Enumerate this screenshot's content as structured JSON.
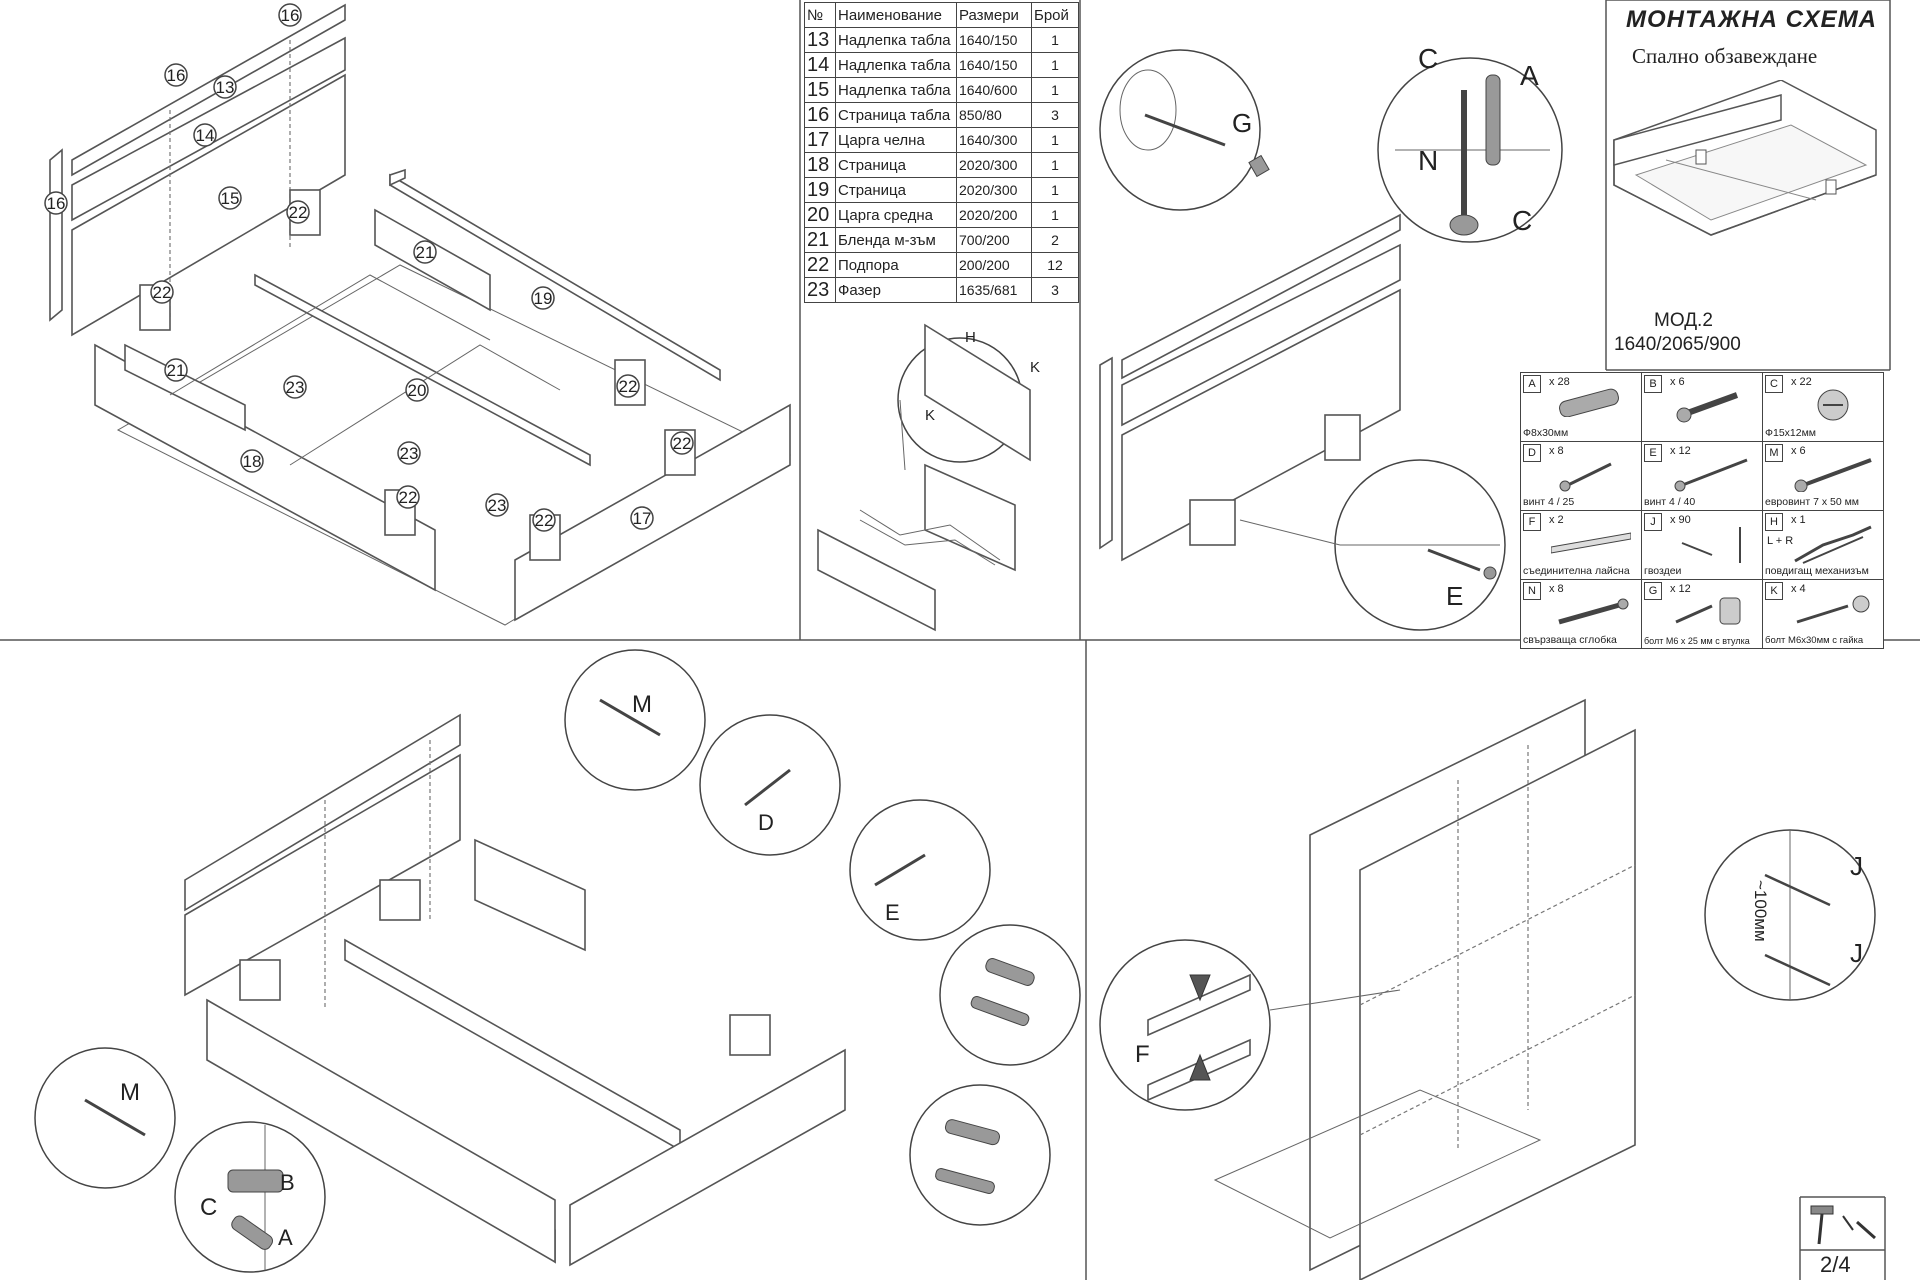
{
  "document": {
    "title": "МОНТАЖНА СХЕМА",
    "subtitle": "Спално обзавеждане",
    "model_code": "МОД.2",
    "model_dims": "1640/2065/900",
    "page": "2/4"
  },
  "parts_table": {
    "headers": [
      "№",
      "Наименование",
      "Размери",
      "Брой"
    ],
    "rows": [
      {
        "no": "13",
        "name": "Надлепка табла",
        "size": "1640/150",
        "qty": "1"
      },
      {
        "no": "14",
        "name": "Надлепка табла",
        "size": "1640/150",
        "qty": "1"
      },
      {
        "no": "15",
        "name": "Надлепка табла",
        "size": "1640/600",
        "qty": "1"
      },
      {
        "no": "16",
        "name": "Страница табла",
        "size": "850/80",
        "qty": "3"
      },
      {
        "no": "17",
        "name": "Царга челна",
        "size": "1640/300",
        "qty": "1"
      },
      {
        "no": "18",
        "name": "Страница",
        "size": "2020/300",
        "qty": "1"
      },
      {
        "no": "19",
        "name": "Страница",
        "size": "2020/300",
        "qty": "1"
      },
      {
        "no": "20",
        "name": "Царга средна",
        "size": "2020/200",
        "qty": "1"
      },
      {
        "no": "21",
        "name": "Бленда м-зъм",
        "size": "700/200",
        "qty": "2"
      },
      {
        "no": "22",
        "name": "Подпора",
        "size": "200/200",
        "qty": "12"
      },
      {
        "no": "23",
        "name": "Фазер",
        "size": "1635/681",
        "qty": "3"
      }
    ]
  },
  "hardware": [
    {
      "code": "A",
      "count": "x 28",
      "desc": "Ф8х30мм",
      "icon": "dowel-icon"
    },
    {
      "code": "B",
      "count": "x 6",
      "desc": "",
      "icon": "cam-bolt-icon"
    },
    {
      "code": "C",
      "count": "x 22",
      "desc": "Ф15х12мм",
      "icon": "cam-lock-icon"
    },
    {
      "code": "D",
      "count": "x 8",
      "desc": "винт 4 / 25",
      "icon": "short-screw-icon"
    },
    {
      "code": "E",
      "count": "x 12",
      "desc": "винт 4 / 40",
      "icon": "long-screw-icon"
    },
    {
      "code": "M",
      "count": "x 6",
      "desc": "евровинт 7 х 50 мм",
      "icon": "euro-screw-icon"
    },
    {
      "code": "F",
      "count": "x 2",
      "desc": "съединителна лайсна",
      "icon": "joint-strip-icon"
    },
    {
      "code": "J",
      "count": "x 90",
      "desc": "гвоздеи",
      "icon": "nail-icon"
    },
    {
      "code": "H",
      "count": "x 1",
      "desc": "повдигащ механизъм",
      "icon": "lift-mechanism-icon",
      "extra": "L + R"
    },
    {
      "code": "N",
      "count": "x 8",
      "desc": "свързваща сглобка",
      "icon": "connector-icon"
    },
    {
      "code": "G",
      "count": "x 12",
      "desc": "болт М6 х 25 мм с втулка",
      "icon": "bolt-sleeve-icon"
    },
    {
      "code": "K",
      "count": "x 4",
      "desc": "болт М6х30мм с гайка",
      "icon": "bolt-nut-icon"
    }
  ],
  "callouts": {
    "part_numbers": [
      "16",
      "16",
      "13",
      "14",
      "16",
      "15",
      "22",
      "22",
      "21",
      "19",
      "21",
      "23",
      "20",
      "22",
      "18",
      "23",
      "22",
      "23",
      "22",
      "17",
      "22"
    ],
    "detail_letters": {
      "hinge": [
        "H",
        "K",
        "K"
      ],
      "g_detail": "G",
      "cna_detail": [
        "C",
        "A",
        "N",
        "C"
      ],
      "e_detail": "E",
      "m_top": "M",
      "d_detail": "D",
      "e_mid": "E",
      "m_left": "M",
      "cba_detail": [
        "C",
        "B",
        "A"
      ],
      "f_detail": "F",
      "j_detail": [
        "J",
        "J"
      ],
      "spacing": "~100мм"
    }
  }
}
